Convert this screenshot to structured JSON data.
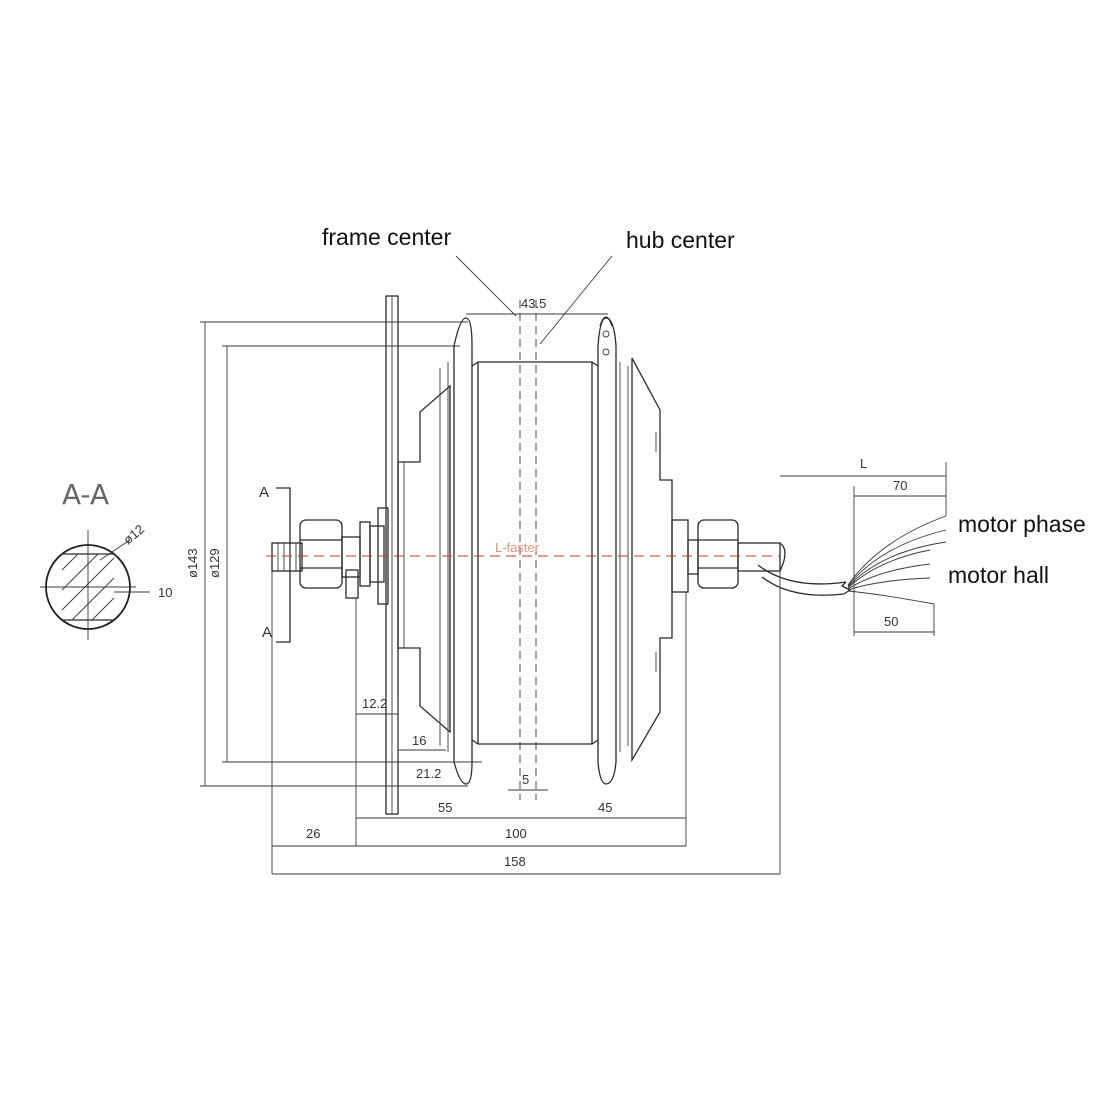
{
  "labels": {
    "frame_center": "frame center",
    "hub_center": "hub center",
    "motor_phase": "motor phase",
    "motor_hall": "motor hall",
    "section": "A-A",
    "section_mark_top": "A",
    "section_mark_bottom": "A",
    "watermark": "L-faster"
  },
  "dimensions": {
    "offset_43_5": "43.5",
    "dia_143": "ø143",
    "dia_129": "ø129",
    "dia_12": "ø12",
    "flat_10": "10",
    "d_12_2": "12.2",
    "d_16": "16",
    "d_21_2": "21.2",
    "d_5": "5",
    "d_55": "55",
    "d_45": "45",
    "d_26": "26",
    "d_100": "100",
    "d_158": "158",
    "cable_L": "L",
    "cable_70": "70",
    "cable_50": "50"
  },
  "colors": {
    "line": "#2a2a2a",
    "axis_red": "#c0392b",
    "watermark": "#e0957a"
  }
}
